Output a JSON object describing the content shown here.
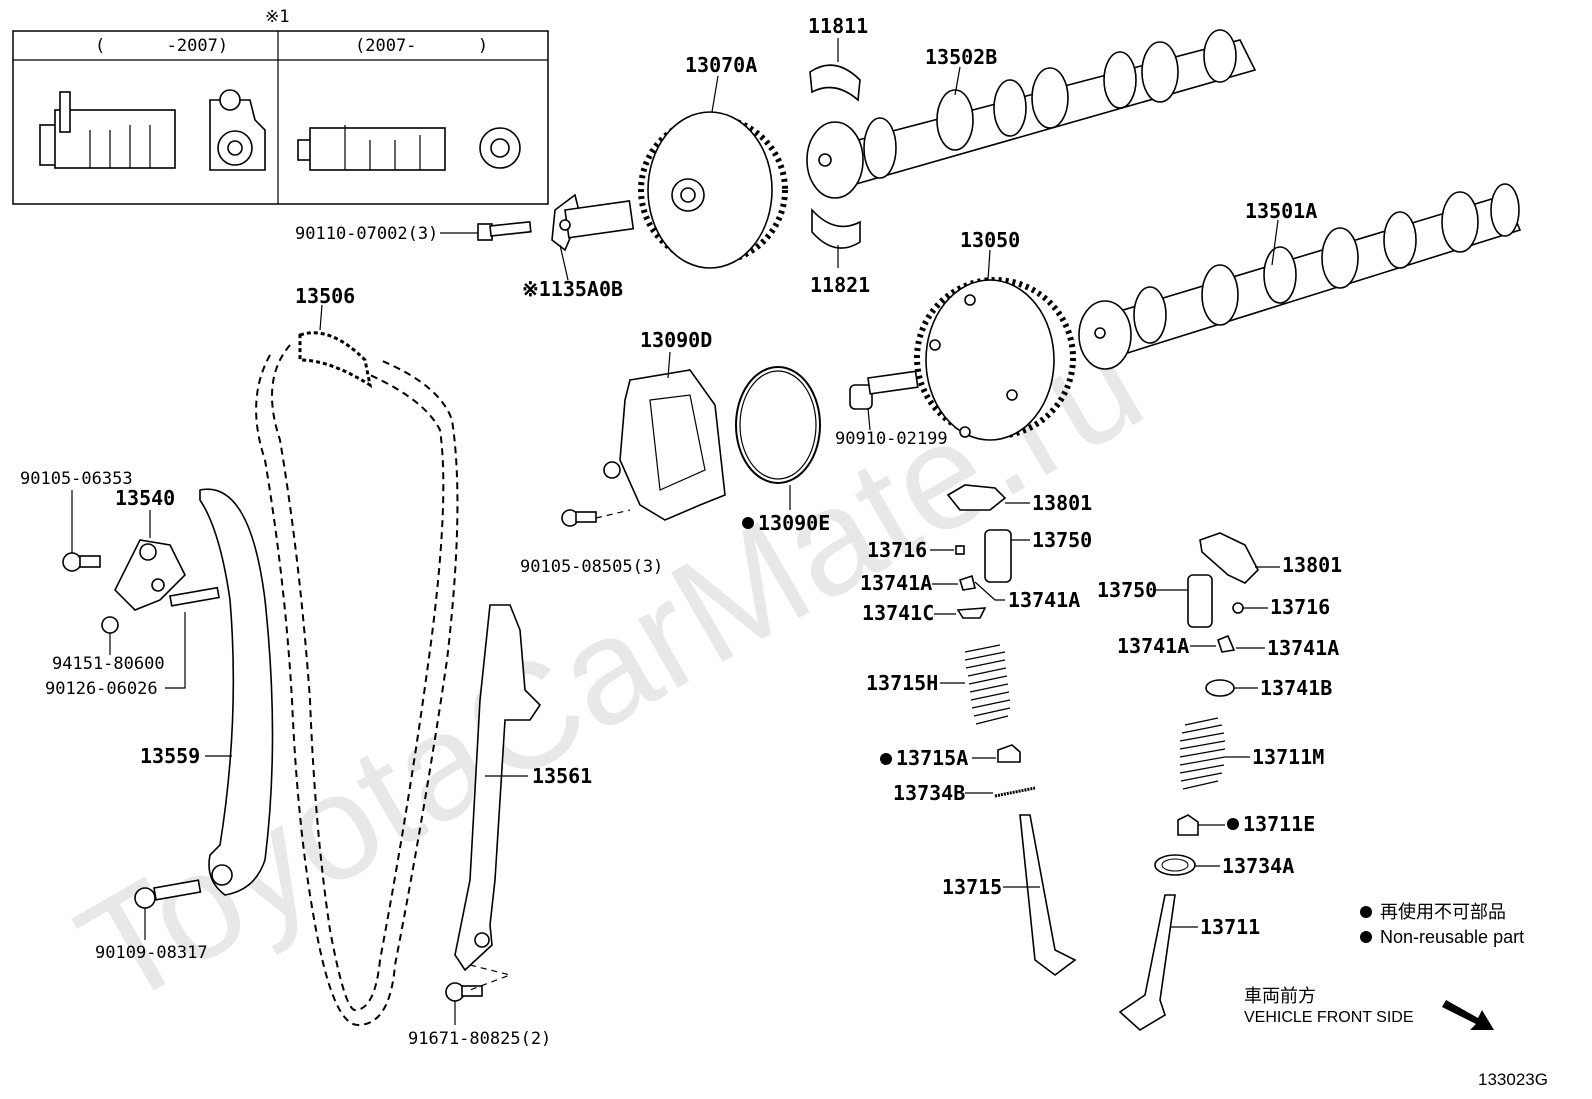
{
  "watermark": "ToyotaCarMate.ru",
  "inset": {
    "note_mark": "※1",
    "col_left_header": "(      -2007)",
    "col_right_header": "(2007-      )"
  },
  "labels": {
    "p11811": "11811",
    "p13070A": "13070A",
    "p13502B": "13502B",
    "p13501A": "13501A",
    "p13050": "13050",
    "p11821": "11821",
    "p90110": "90110-07002(3)",
    "p135A0B": "※1135A0B",
    "p13506": "13506",
    "p13090D": "13090D",
    "p90910": "90910-02199",
    "p13090E": "13090E",
    "p90105_06353": "90105-06353",
    "p13540": "13540",
    "p90105_08505": "90105-08505(3)",
    "p13801a": "13801",
    "p13716a": "13716",
    "p13750a": "13750",
    "p13741Aa": "13741A",
    "p13741Ab": "13741A",
    "p13741C": "13741C",
    "p13801b": "13801",
    "p13750b": "13750",
    "p13716b": "13716",
    "p94151": "94151-80600",
    "p90126": "90126-06026",
    "p13741Ac": "13741A",
    "p13741Ad": "13741A",
    "p13741B": "13741B",
    "p13715H": "13715H",
    "p13559": "13559",
    "p13715A": "13715A",
    "p13711M": "13711M",
    "p13561": "13561",
    "p13734B": "13734B",
    "p13711E": "13711E",
    "p13734A": "13734A",
    "p13715": "13715",
    "p90109": "90109-08317",
    "p13711": "13711",
    "p91671": "91671-80825(2)",
    "diagram_code": "133023G"
  },
  "legend": {
    "jp": "再使用不可部品",
    "en": "Non-reusable part"
  },
  "front": {
    "jp": "車両前方",
    "en": "VEHICLE FRONT SIDE"
  }
}
